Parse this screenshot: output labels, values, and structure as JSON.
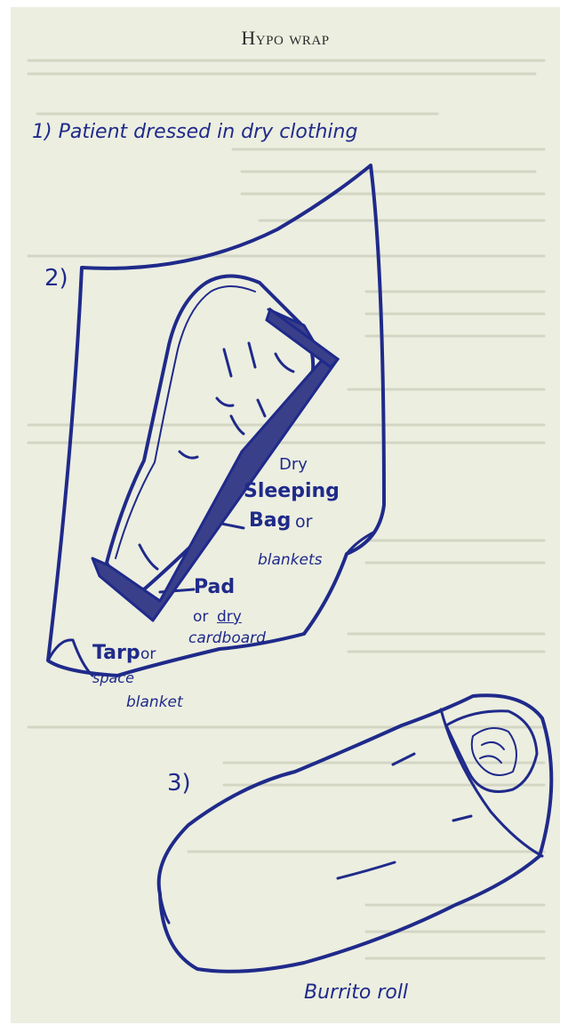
{
  "header": {
    "title": "Hypo wrap"
  },
  "steps": {
    "step1": "1) Patient dressed in dry clothing",
    "step2": "2)",
    "step3": "3)"
  },
  "labels": {
    "dry": "Dry",
    "sleeping": "Sleeping",
    "bag": "Bag",
    "bag_or": "or",
    "blankets": "blankets",
    "pad": "Pad",
    "pad_or": "or",
    "pad_dry": "dry",
    "cardboard": "cardboard",
    "tarp": "Tarp",
    "tarp_or": "or",
    "space": "space",
    "blanket": "blanket",
    "burrito": "Burrito roll"
  },
  "colors": {
    "ink": "#1f2a8a",
    "paper": "#eceee0",
    "pad_fill": "#3a3f8a"
  }
}
